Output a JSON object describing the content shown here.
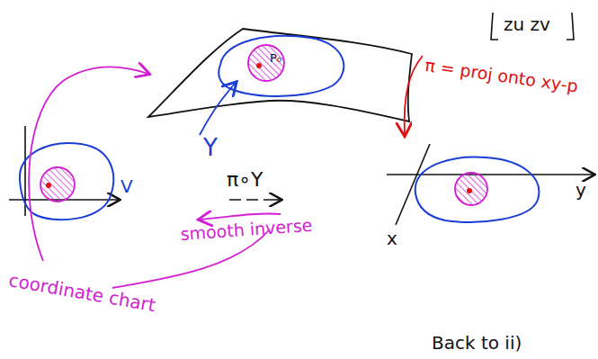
{
  "diagram": {
    "labels": [
      "zu zv",
      "P₀",
      "Υ",
      "π = proj onto xy-p",
      "V",
      "π∘Υ",
      "smooth inverse",
      "y",
      "x",
      "coordinate chart",
      "Back to ii)"
    ]
  }
}
